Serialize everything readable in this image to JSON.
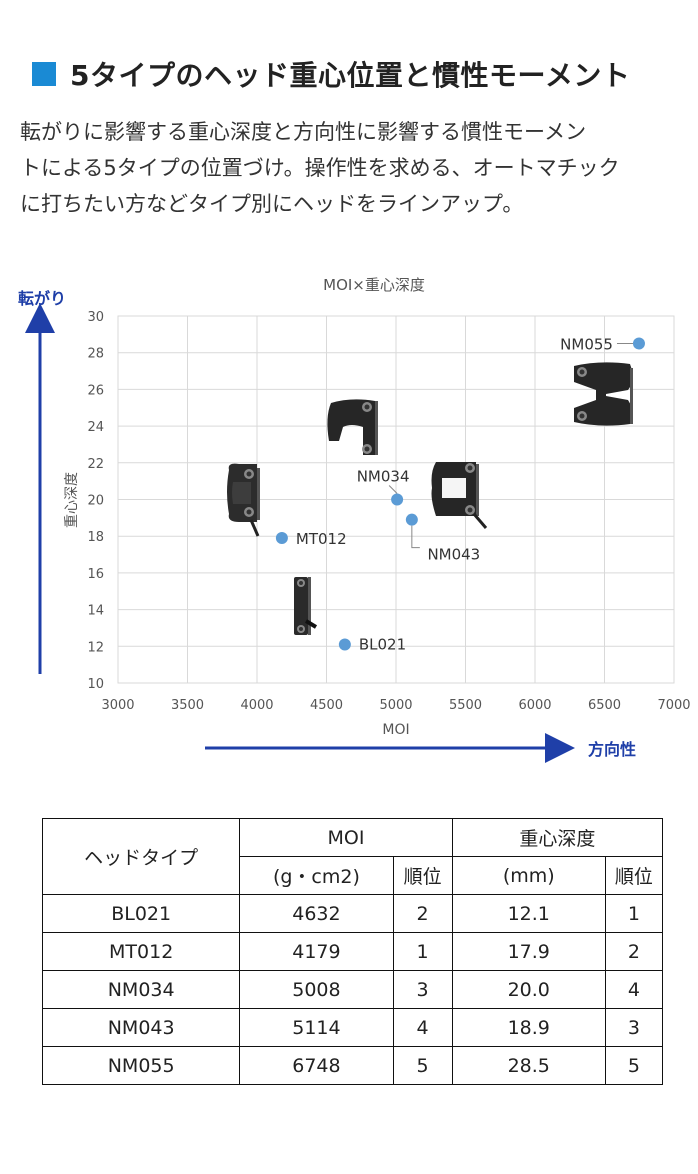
{
  "header": {
    "title": "5タイプのヘッド重心位置と慣性モーメント",
    "icon": "blue-square-icon",
    "accent_color": "#1a8ad4"
  },
  "description": {
    "lines": [
      "転がりに影響する重心深度と方向性に影響する慣性モーメン",
      "トによる5タイプの位置づけ。操作性を求める、オートマチック",
      "に打ちたい方などタイプ別にヘッドをラインアップ。"
    ]
  },
  "chart_data": {
    "type": "scatter",
    "title": "MOI×重心深度",
    "xlabel": "MOI",
    "ylabel": "重心深度",
    "xlim": [
      3000,
      7000
    ],
    "ylim": [
      10,
      30
    ],
    "xticks": [
      3000,
      3500,
      4000,
      4500,
      5000,
      5500,
      6000,
      6500,
      7000
    ],
    "yticks": [
      10,
      12,
      14,
      16,
      18,
      20,
      22,
      24,
      26,
      28,
      30
    ],
    "grid": true,
    "point_color": "#5b9bd5",
    "arrow_color": "#1f3fa8",
    "arrow_y_label": "転がり",
    "arrow_x_label": "方向性",
    "points": [
      {
        "label": "BL021",
        "x": 4632,
        "y": 12.1
      },
      {
        "label": "MT012",
        "x": 4179,
        "y": 17.9
      },
      {
        "label": "NM034",
        "x": 5008,
        "y": 20.0
      },
      {
        "label": "NM043",
        "x": 5114,
        "y": 18.9
      },
      {
        "label": "NM055",
        "x": 6748,
        "y": 28.5
      }
    ]
  },
  "table": {
    "header_type": "ヘッドタイプ",
    "header_moi": "MOI",
    "header_depth": "重心深度",
    "sub_moi_unit": "(g・cm2)",
    "sub_rank": "順位",
    "sub_depth_unit": "(mm)",
    "rows": [
      {
        "type": "BL021",
        "moi": "4632",
        "moi_rank": "2",
        "depth": "12.1",
        "depth_rank": "1"
      },
      {
        "type": "MT012",
        "moi": "4179",
        "moi_rank": "1",
        "depth": "17.9",
        "depth_rank": "2"
      },
      {
        "type": "NM034",
        "moi": "5008",
        "moi_rank": "3",
        "depth": "20.0",
        "depth_rank": "4"
      },
      {
        "type": "NM043",
        "moi": "5114",
        "moi_rank": "4",
        "depth": "18.9",
        "depth_rank": "3"
      },
      {
        "type": "NM055",
        "moi": "6748",
        "moi_rank": "5",
        "depth": "28.5",
        "depth_rank": "5"
      }
    ]
  }
}
